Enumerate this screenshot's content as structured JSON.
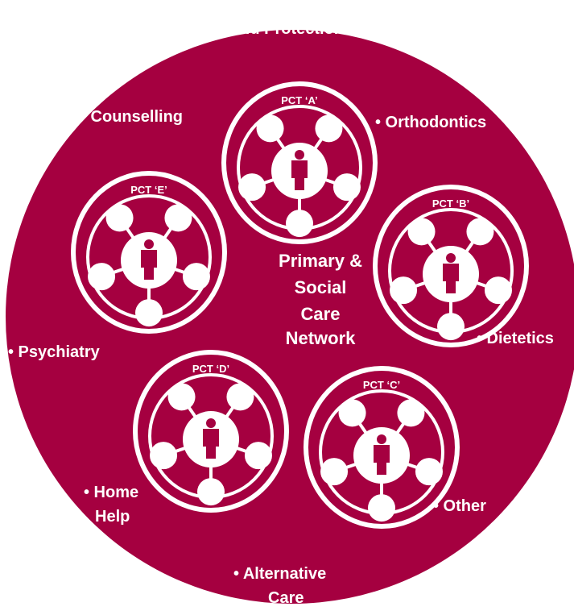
{
  "colors": {
    "background": "#a50040",
    "foreground": "#ffffff"
  },
  "services": [
    {
      "id": "child-protection",
      "text": "• Child Protection"
    },
    {
      "id": "counselling",
      "text": "• Counselling"
    },
    {
      "id": "orthodontics",
      "text": "• Orthodontics"
    },
    {
      "id": "psychiatry",
      "text": "• Psychiatry"
    },
    {
      "id": "dietetics",
      "text": "• Dietetics"
    },
    {
      "id": "home-help",
      "lines": [
        "• Home",
        "Help"
      ]
    },
    {
      "id": "other",
      "text": "• Other"
    },
    {
      "id": "alternative-care",
      "lines": [
        "• Alternative",
        "Care"
      ]
    }
  ],
  "center": {
    "lines": [
      "Primary &",
      "Social",
      "Care",
      "Network"
    ]
  },
  "pcts": [
    {
      "id": "a",
      "label": "PCT ‘A’"
    },
    {
      "id": "b",
      "label": "PCT ‘B’"
    },
    {
      "id": "c",
      "label": "PCT ‘C’"
    },
    {
      "id": "d",
      "label": "PCT ‘D’"
    },
    {
      "id": "e",
      "label": "PCT ‘E’"
    }
  ],
  "icons": {
    "person": "person-icon",
    "satellite": "satellite-node-icon"
  }
}
